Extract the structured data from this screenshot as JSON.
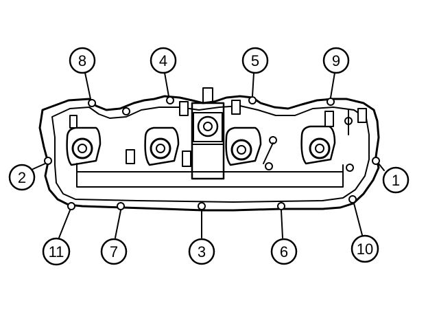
{
  "diagram": {
    "callouts": [
      {
        "key": "c1",
        "label": "1"
      },
      {
        "key": "c2",
        "label": "2"
      },
      {
        "key": "c3",
        "label": "3"
      },
      {
        "key": "c4",
        "label": "4"
      },
      {
        "key": "c5",
        "label": "5"
      },
      {
        "key": "c6",
        "label": "6"
      },
      {
        "key": "c7",
        "label": "7"
      },
      {
        "key": "c8",
        "label": "8"
      },
      {
        "key": "c9",
        "label": "9"
      },
      {
        "key": "c10",
        "label": "10"
      },
      {
        "key": "c11",
        "label": "11"
      }
    ]
  }
}
